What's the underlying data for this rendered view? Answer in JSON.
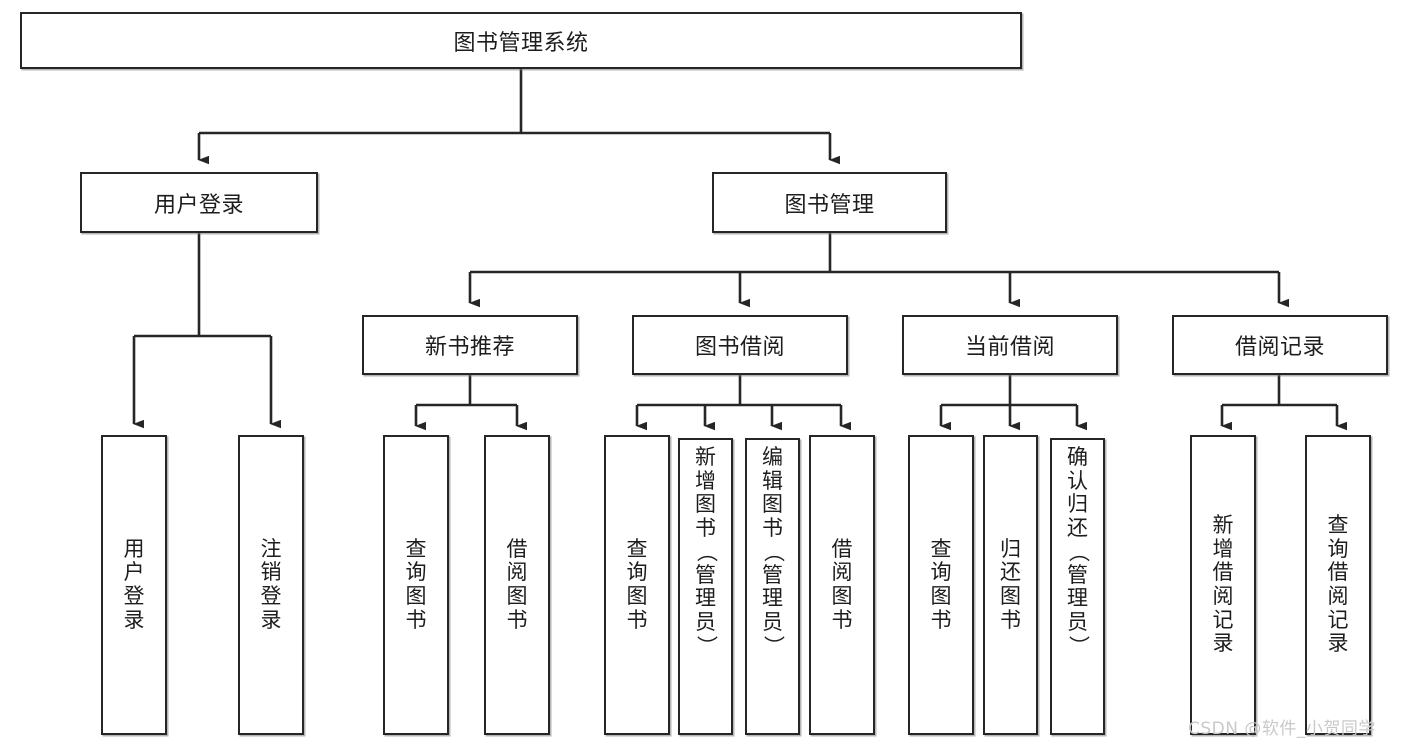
{
  "diagram": {
    "type": "hierarchy-tree",
    "title": "图书管理系统",
    "root": {
      "id": "root",
      "label": "图书管理系统",
      "orientation": "horizontal"
    },
    "level2": [
      {
        "id": "user-login",
        "label": "用户登录",
        "orientation": "horizontal"
      },
      {
        "id": "book-manage",
        "label": "图书管理",
        "orientation": "horizontal"
      }
    ],
    "level3": [
      {
        "id": "new-book-recommend",
        "label": "新书推荐",
        "orientation": "horizontal",
        "parent": "book-manage"
      },
      {
        "id": "book-borrow",
        "label": "图书借阅",
        "orientation": "horizontal",
        "parent": "book-manage"
      },
      {
        "id": "current-borrow",
        "label": "当前借阅",
        "orientation": "horizontal",
        "parent": "book-manage"
      },
      {
        "id": "borrow-record",
        "label": "借阅记录",
        "orientation": "horizontal",
        "parent": "book-manage"
      }
    ],
    "leaves": [
      {
        "id": "leaf-user-login",
        "label": "用户登录",
        "chars": [
          "用",
          "户",
          "登",
          "录"
        ],
        "parent": "user-login"
      },
      {
        "id": "leaf-logout-login",
        "label": "注销登录",
        "chars": [
          "注",
          "销",
          "登",
          "录"
        ],
        "parent": "user-login"
      },
      {
        "id": "leaf-query-book-1",
        "label": "查询图书",
        "chars": [
          "查",
          "询",
          "图",
          "书"
        ],
        "parent": "new-book-recommend"
      },
      {
        "id": "leaf-borrow-book-1",
        "label": "借阅图书",
        "chars": [
          "借",
          "阅",
          "图",
          "书"
        ],
        "parent": "new-book-recommend"
      },
      {
        "id": "leaf-query-book-2",
        "label": "查询图书",
        "chars": [
          "查",
          "询",
          "图",
          "书"
        ],
        "parent": "book-borrow"
      },
      {
        "id": "leaf-add-book-admin",
        "label": "新增图书（管理员）",
        "chars": [
          "新",
          "增",
          "图",
          "书",
          "（",
          "管",
          "理",
          "员",
          "）"
        ],
        "parent": "book-borrow"
      },
      {
        "id": "leaf-edit-book-admin",
        "label": "编辑图书（管理员）",
        "chars": [
          "编",
          "辑",
          "图",
          "书",
          "（",
          "管",
          "理",
          "员",
          "）"
        ],
        "parent": "book-borrow"
      },
      {
        "id": "leaf-borrow-book-2",
        "label": "借阅图书",
        "chars": [
          "借",
          "阅",
          "图",
          "书"
        ],
        "parent": "book-borrow"
      },
      {
        "id": "leaf-query-book-3",
        "label": "查询图书",
        "chars": [
          "查",
          "询",
          "图",
          "书"
        ],
        "parent": "current-borrow"
      },
      {
        "id": "leaf-return-book",
        "label": "归还图书",
        "chars": [
          "归",
          "还",
          "图",
          "书"
        ],
        "parent": "current-borrow"
      },
      {
        "id": "leaf-confirm-return-admin",
        "label": "确认归还（管理员）",
        "chars": [
          "确",
          "认",
          "归",
          "还",
          "（",
          "管",
          "理",
          "员",
          "）"
        ],
        "parent": "current-borrow"
      },
      {
        "id": "leaf-add-borrow-record",
        "label": "新增借阅记录",
        "chars": [
          "新",
          "增",
          "借",
          "阅",
          "记",
          "录"
        ],
        "parent": "borrow-record"
      },
      {
        "id": "leaf-query-borrow-record",
        "label": "查询借阅记录",
        "chars": [
          "查",
          "询",
          "借",
          "阅",
          "记",
          "录"
        ],
        "parent": "borrow-record"
      }
    ],
    "colors": {
      "stroke": "#262626",
      "fill": "#ffffff",
      "text": "#1d1d1d",
      "shadow": "#989898"
    }
  },
  "watermark": {
    "text": "CSDN @软件_小贺同学"
  }
}
